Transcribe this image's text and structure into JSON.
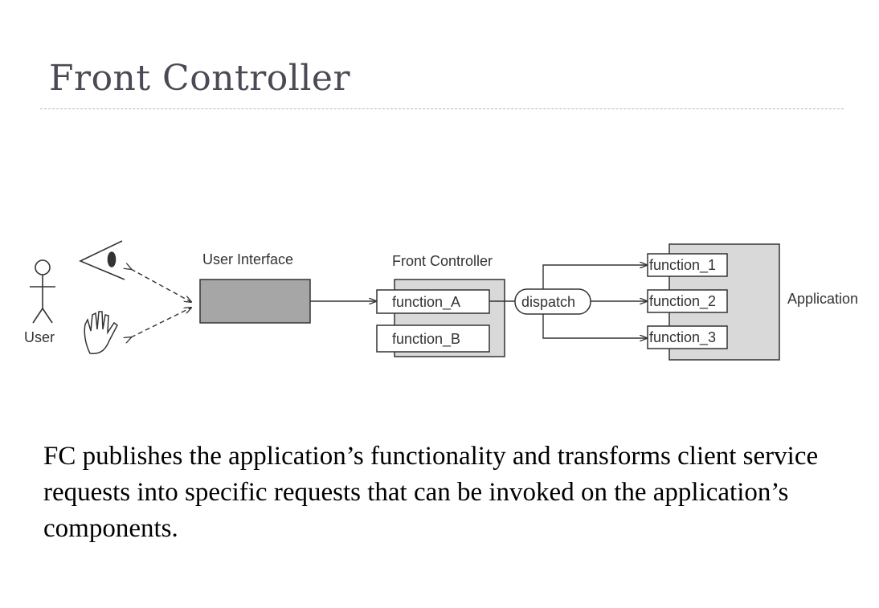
{
  "slide": {
    "title": "Front Controller",
    "caption": "FC publishes the application’s functionality and transforms client service requests into specific requests that can be invoked on the application’s components."
  },
  "diagram": {
    "user_label": "User",
    "ui_label": "User Interface",
    "fc_label": "Front Controller",
    "function_a": "function_A",
    "function_b": "function_B",
    "dispatch_label": "dispatch",
    "function_1": "function_1",
    "function_2": "function_2",
    "function_3": "function_3",
    "app_label": "Application"
  },
  "colors": {
    "title": "#4a4a55",
    "ui_box": "#a6a6a6",
    "panel_fill": "#d9d9d9",
    "line": "#333333"
  }
}
